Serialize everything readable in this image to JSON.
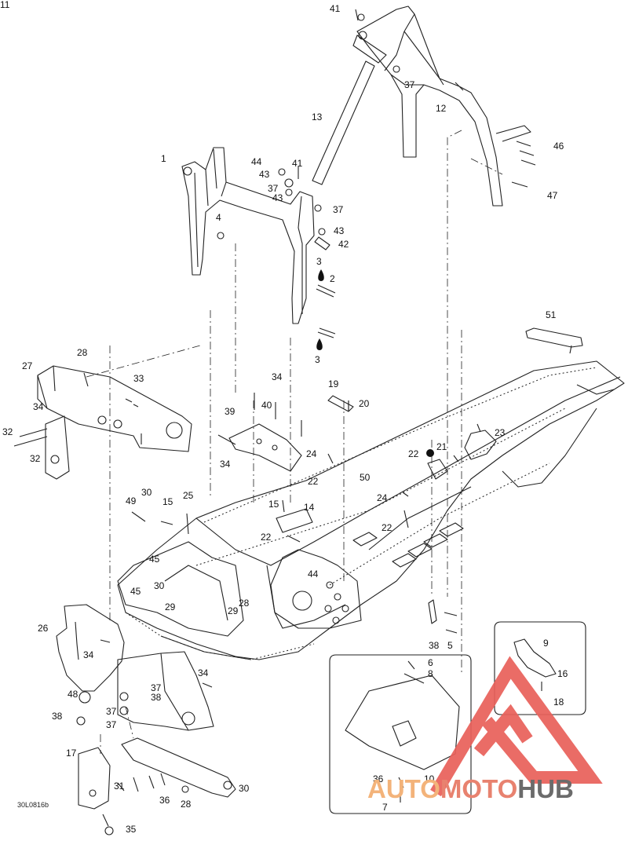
{
  "drawing_code": "30L0816b",
  "watermark": {
    "part1": "AUTO",
    "part2": "MOTO",
    "part3": "HUB",
    "colors": {
      "triangle": "#e9605a",
      "orange": "#f3b37a",
      "salmon": "#e8826f",
      "gray": "#6b6b6b"
    }
  },
  "callouts": [
    {
      "n": "41"
    },
    {
      "n": "13"
    },
    {
      "n": "37"
    },
    {
      "n": "12"
    },
    {
      "n": "46"
    },
    {
      "n": "47"
    },
    {
      "n": "1"
    },
    {
      "n": "44"
    },
    {
      "n": "41"
    },
    {
      "n": "43"
    },
    {
      "n": "37"
    },
    {
      "n": "43"
    },
    {
      "n": "37"
    },
    {
      "n": "43"
    },
    {
      "n": "42"
    },
    {
      "n": "4"
    },
    {
      "n": "3"
    },
    {
      "n": "2"
    },
    {
      "n": "3"
    },
    {
      "n": "51"
    },
    {
      "n": "28"
    },
    {
      "n": "27"
    },
    {
      "n": "33"
    },
    {
      "n": "34"
    },
    {
      "n": "32"
    },
    {
      "n": "32"
    },
    {
      "n": "34"
    },
    {
      "n": "40"
    },
    {
      "n": "39"
    },
    {
      "n": "19"
    },
    {
      "n": "20"
    },
    {
      "n": "34"
    },
    {
      "n": "24"
    },
    {
      "n": "22"
    },
    {
      "n": "21"
    },
    {
      "n": "22"
    },
    {
      "n": "23"
    },
    {
      "n": "50"
    },
    {
      "n": "22"
    },
    {
      "n": "49"
    },
    {
      "n": "30"
    },
    {
      "n": "15"
    },
    {
      "n": "25"
    },
    {
      "n": "15"
    },
    {
      "n": "14"
    },
    {
      "n": "24"
    },
    {
      "n": "22"
    },
    {
      "n": "44"
    },
    {
      "n": "45"
    },
    {
      "n": "45"
    },
    {
      "n": "30"
    },
    {
      "n": "29"
    },
    {
      "n": "29"
    },
    {
      "n": "28"
    },
    {
      "n": "26"
    },
    {
      "n": "34"
    },
    {
      "n": "34"
    },
    {
      "n": "37"
    },
    {
      "n": "48"
    },
    {
      "n": "38"
    },
    {
      "n": "37"
    },
    {
      "n": "38"
    },
    {
      "n": "37"
    },
    {
      "n": "38"
    },
    {
      "n": "5"
    },
    {
      "n": "6"
    },
    {
      "n": "8"
    },
    {
      "n": "9"
    },
    {
      "n": "16"
    },
    {
      "n": "18"
    },
    {
      "n": "17"
    },
    {
      "n": "31"
    },
    {
      "n": "36"
    },
    {
      "n": "28"
    },
    {
      "n": "30"
    },
    {
      "n": "35"
    },
    {
      "n": "36"
    },
    {
      "n": "10"
    },
    {
      "n": "7"
    },
    {
      "n": "11"
    }
  ]
}
